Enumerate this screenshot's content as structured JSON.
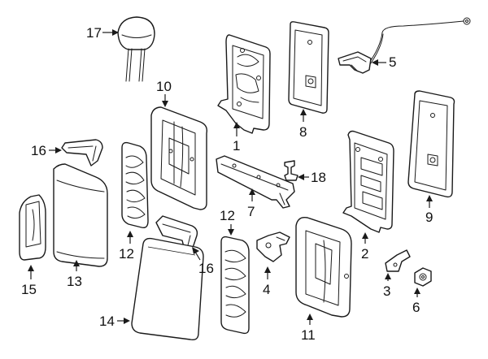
{
  "callouts": {
    "c1": "1",
    "c2": "2",
    "c3": "3",
    "c4": "4",
    "c5": "5",
    "c6": "6",
    "c7": "7",
    "c8": "8",
    "c9": "9",
    "c10": "10",
    "c11": "11",
    "c12a": "12",
    "c12b": "12",
    "c13": "13",
    "c14": "14",
    "c15": "15",
    "c16a": "16",
    "c16b": "16",
    "c17": "17",
    "c18": "18"
  }
}
